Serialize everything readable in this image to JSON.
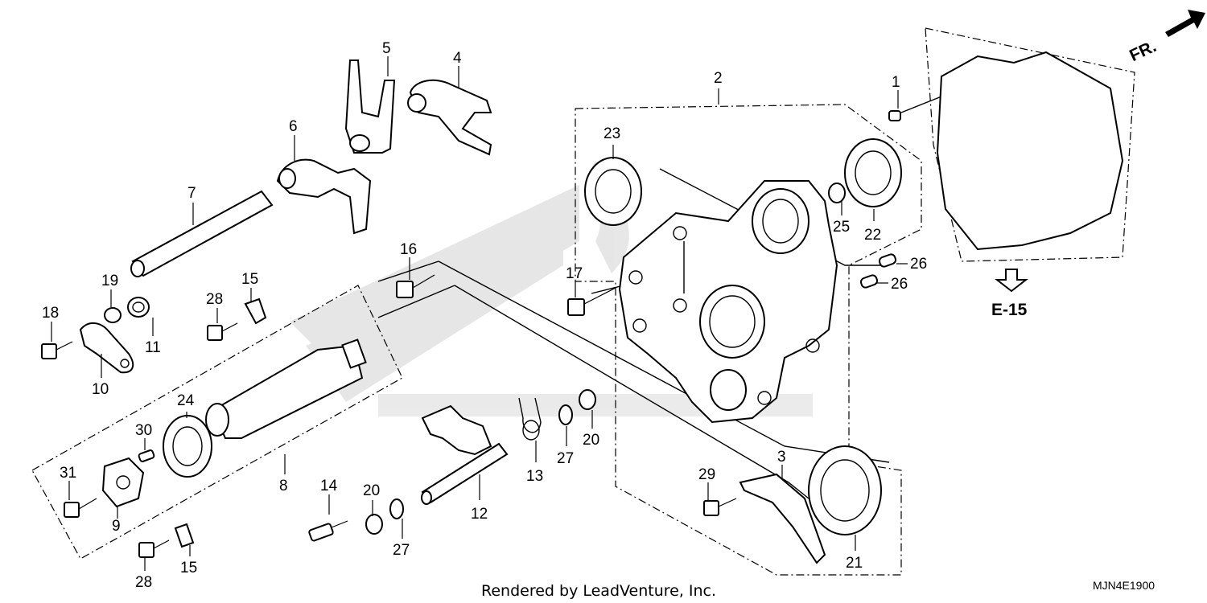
{
  "diagram": {
    "callouts": {
      "c1": "1",
      "c2": "2",
      "c3": "3",
      "c4": "4",
      "c5": "5",
      "c6": "6",
      "c7": "7",
      "c8": "8",
      "c9": "9",
      "c10": "10",
      "c11": "11",
      "c12": "12",
      "c13": "13",
      "c14": "14",
      "c15a": "15",
      "c15b": "15",
      "c16": "16",
      "c17": "17",
      "c18": "18",
      "c19": "19",
      "c20a": "20",
      "c20b": "20",
      "c21": "21",
      "c22": "22",
      "c23": "23",
      "c24": "24",
      "c25": "25",
      "c26a": "26",
      "c26b": "26",
      "c27a": "27",
      "c27b": "27",
      "c28a": "28",
      "c28b": "28",
      "c29": "29",
      "c30": "30",
      "c31": "31"
    },
    "direction_label": "FR.",
    "reference": "E-15",
    "footer": "Rendered by LeadVenture, Inc.",
    "diagram_code": "MJN4E1900"
  }
}
